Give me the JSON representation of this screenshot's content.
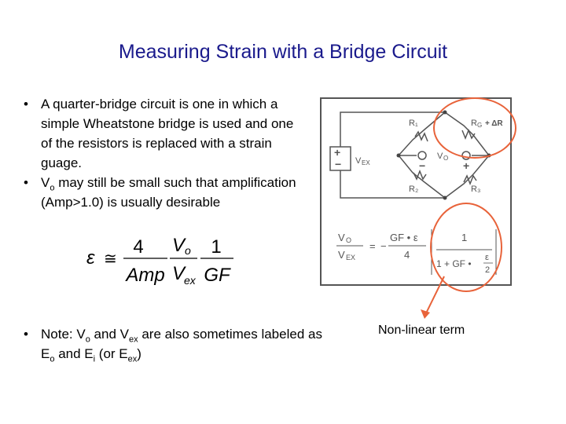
{
  "title": "Measuring Strain with a Bridge Circuit",
  "bullets": {
    "b1": "A quarter-bridge circuit is one in which a simple Wheatstone bridge is used and one of the resistors is replaced with a strain guage.",
    "b2_v": "V",
    "b2_sub": "o",
    "b2_rest": " may still be small such that amplification (Amp>1.0) is usually desirable"
  },
  "formula": {
    "epsilon": "ε",
    "approx": "≅",
    "n1": "4",
    "d1": "Amp",
    "n2_v": "V",
    "n2_sub": "o",
    "d2_v": "V",
    "d2_sub": "ex",
    "n3": "1",
    "d3": "GF"
  },
  "note": {
    "p1": "Note: V",
    "s1": "o",
    "p2": " and V",
    "s2": "ex",
    "p3": " are also sometimes labeled as E",
    "s3": "o",
    "p4": " and E",
    "s4": "i",
    "p5": " (or E",
    "s5": "ex",
    "p6": ")"
  },
  "circuit": {
    "r1": "R₁",
    "rg": "R",
    "rg_sub": "G",
    "rg_delta": "+ ΔR",
    "r2": "R₂",
    "r3": "R₃",
    "vex": "V",
    "vex_sub": "EX",
    "vo": "V",
    "vo_sub": "O",
    "src_plus": "+",
    "src_minus": "−",
    "out_minus": "−",
    "out_plus": "+",
    "eq_vo": "V",
    "eq_vo_sub": "O",
    "eq_vex": "V",
    "eq_vex_sub": "EX",
    "eq_eq": "=",
    "eq_neg": "−",
    "eq_gf": "GF • ε",
    "eq_4": "4",
    "eq_1": "1",
    "eq_den": "1 + GF •",
    "eq_eps": "ε",
    "eq_2": "2"
  },
  "nonlinear_label": "Non-linear term",
  "colors": {
    "title": "#1a1a8c",
    "highlight": "#e8633a"
  }
}
